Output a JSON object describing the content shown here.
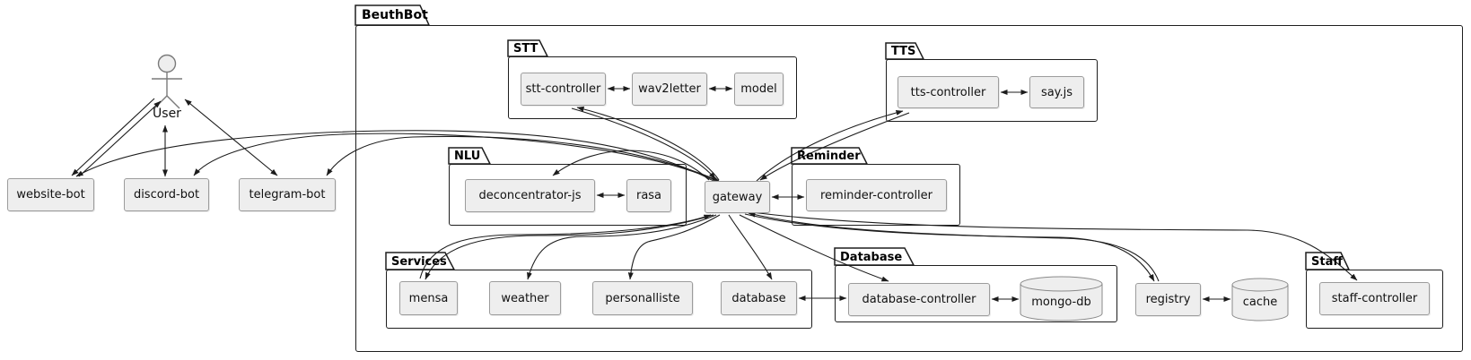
{
  "root_package": {
    "label": "BeuthBot"
  },
  "actor": {
    "label": "User"
  },
  "external": {
    "website_bot": "website-bot",
    "discord_bot": "discord-bot",
    "telegram_bot": "telegram-bot"
  },
  "standalone": {
    "gateway": "gateway",
    "registry": "registry"
  },
  "packages": {
    "stt": {
      "label": "STT",
      "components": {
        "stt_controller": "stt-controller",
        "wav2letter": "wav2letter",
        "model": "model"
      }
    },
    "tts": {
      "label": "TTS",
      "components": {
        "tts_controller": "tts-controller",
        "say_js": "say.js"
      }
    },
    "nlu": {
      "label": "NLU",
      "components": {
        "deconcentrator_js": "deconcentrator-js",
        "rasa": "rasa"
      }
    },
    "reminder": {
      "label": "Reminder",
      "components": {
        "reminder_controller": "reminder-controller"
      }
    },
    "services": {
      "label": "Services",
      "components": {
        "mensa": "mensa",
        "weather": "weather",
        "personalliste": "personalliste",
        "database": "database"
      }
    },
    "database": {
      "label": "Database",
      "components": {
        "database_controller": "database-controller"
      },
      "datastores": {
        "mongo_db": "mongo-db"
      }
    },
    "staff": {
      "label": "Staff",
      "components": {
        "staff_controller": "staff-controller"
      }
    }
  },
  "datastores": {
    "cache": "cache"
  },
  "colors": {
    "background": "#ffffff",
    "node_fill": "#eeeeee",
    "node_border": "#9c9c9c",
    "frame_border": "#1e1e1e",
    "line": "#1c1c1c"
  }
}
